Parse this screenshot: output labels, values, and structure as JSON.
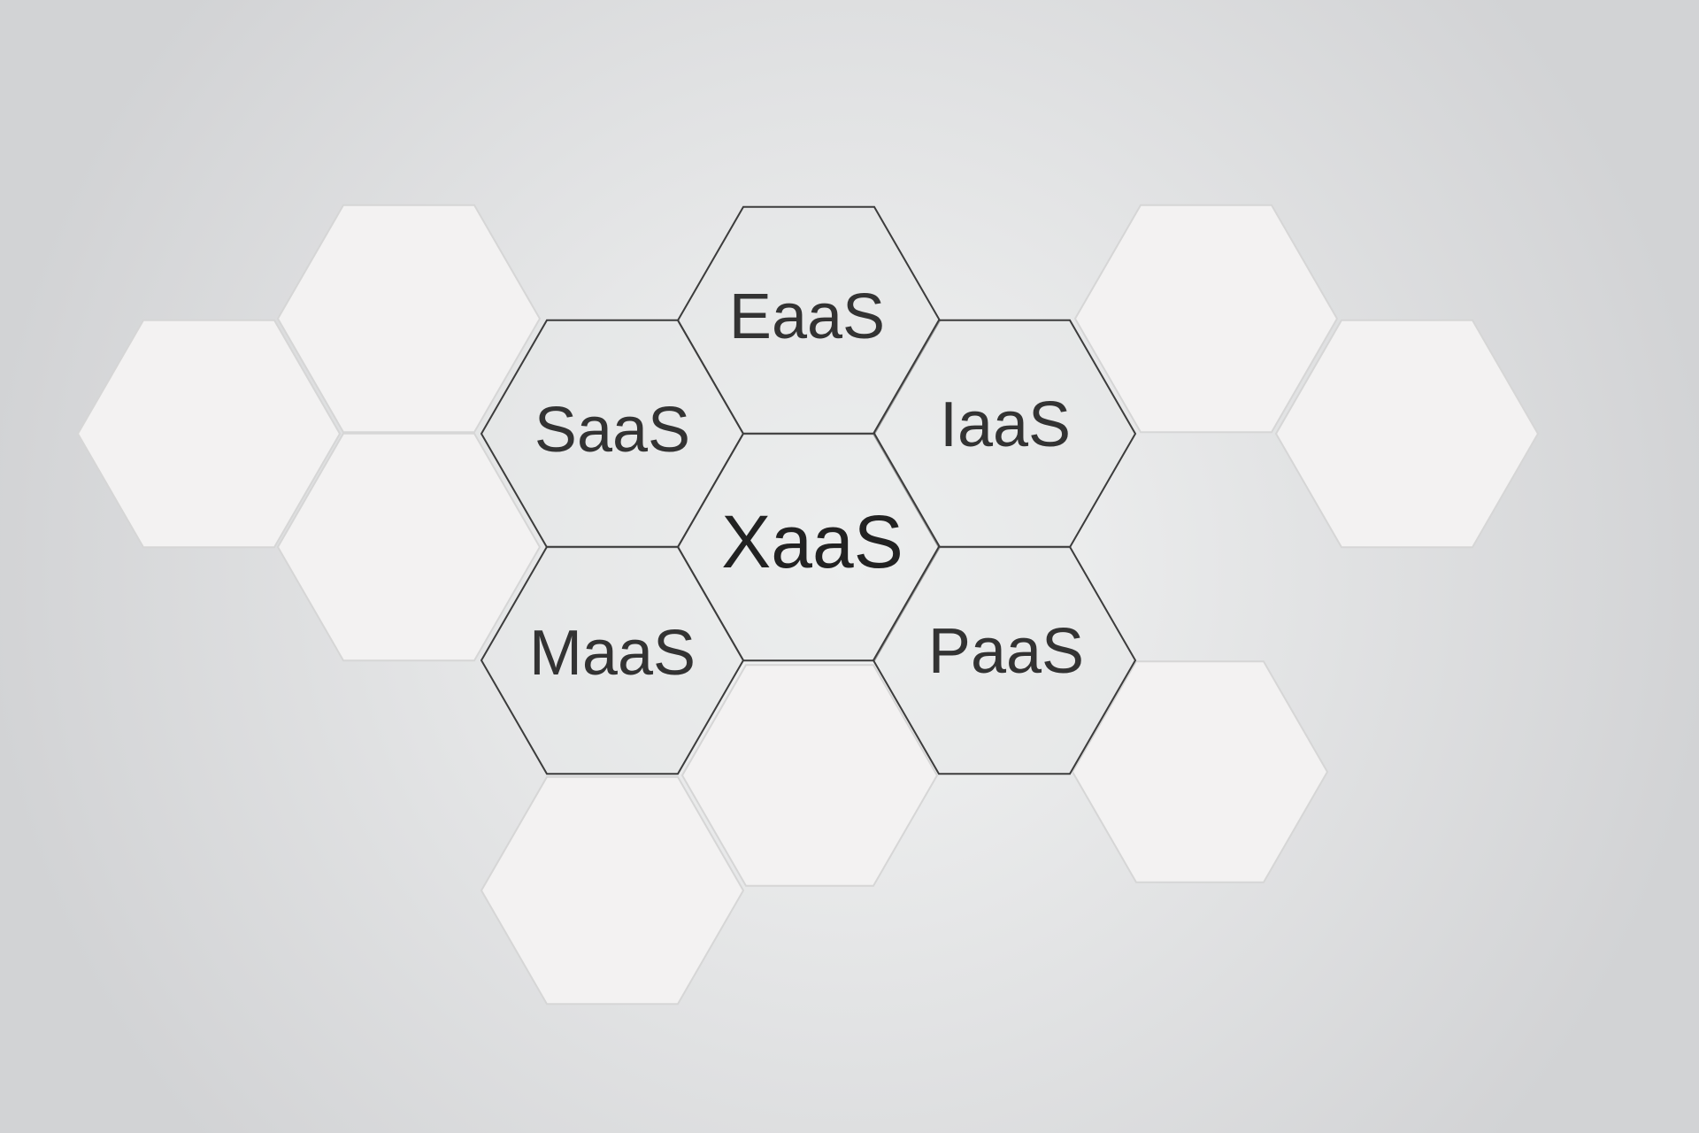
{
  "diagram": {
    "center": {
      "label": "XaaS"
    },
    "services": [
      {
        "id": "eaas",
        "label": "EaaS"
      },
      {
        "id": "saas",
        "label": "SaaS"
      },
      {
        "id": "iaas",
        "label": "IaaS"
      },
      {
        "id": "maas",
        "label": "MaaS"
      },
      {
        "id": "paas",
        "label": "PaaS"
      }
    ]
  },
  "colors": {
    "background_center": "#f4f5f5",
    "background_edge": "#d2d3d5",
    "outlined_hex_fill": "#e6e7e8",
    "outlined_hex_stroke": "#3c3c3c",
    "blank_hex_fill": "#f3f2f2",
    "blank_hex_stroke": "#d6d6d6",
    "text": "#333333"
  }
}
